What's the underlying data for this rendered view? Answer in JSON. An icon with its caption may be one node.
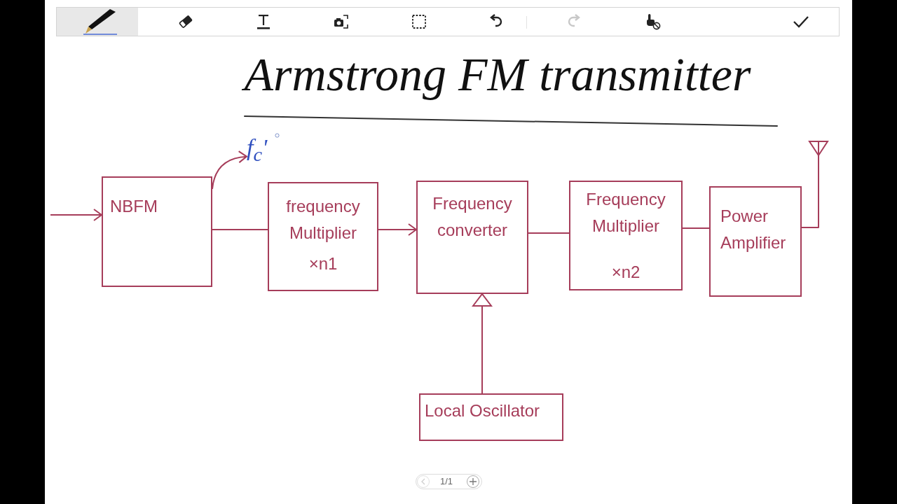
{
  "diagram": {
    "title": "Armstrong FM transmitter",
    "nodes": [
      {
        "text": [
          "NBFM"
        ]
      },
      {
        "text": [
          "frequency Multiplier",
          "×n1"
        ]
      },
      {
        "text": [
          "Frequency converter"
        ]
      },
      {
        "text": [
          "Frequency Multiplier",
          "×n2"
        ]
      },
      {
        "text": [
          "Power Amplifier"
        ]
      },
      {
        "text": [
          "Local Oscillator"
        ]
      },
      {
        "text": [],
        "shape": "antenna"
      },
      {
        "text": [
          "f$_{c}$'"
        ]
      }
    ],
    "edges": [
      {
        "from": null,
        "to": 0,
        "arrow": "to"
      },
      {
        "from": 0,
        "to": 1,
        "arrow": "none"
      },
      {
        "from": 1,
        "to": 2,
        "arrow": "to"
      },
      {
        "from": 2,
        "to": 3,
        "arrow": "none"
      },
      {
        "from": 3,
        "to": 4,
        "arrow": "none"
      },
      {
        "from": 4,
        "to": 6,
        "arrow": "none"
      },
      {
        "from": 5,
        "to": 2,
        "arrow": "to"
      },
      {
        "from": 0,
        "to": 7,
        "arrow": "to"
      }
    ],
    "labels": [
      "1/1"
    ]
  }
}
